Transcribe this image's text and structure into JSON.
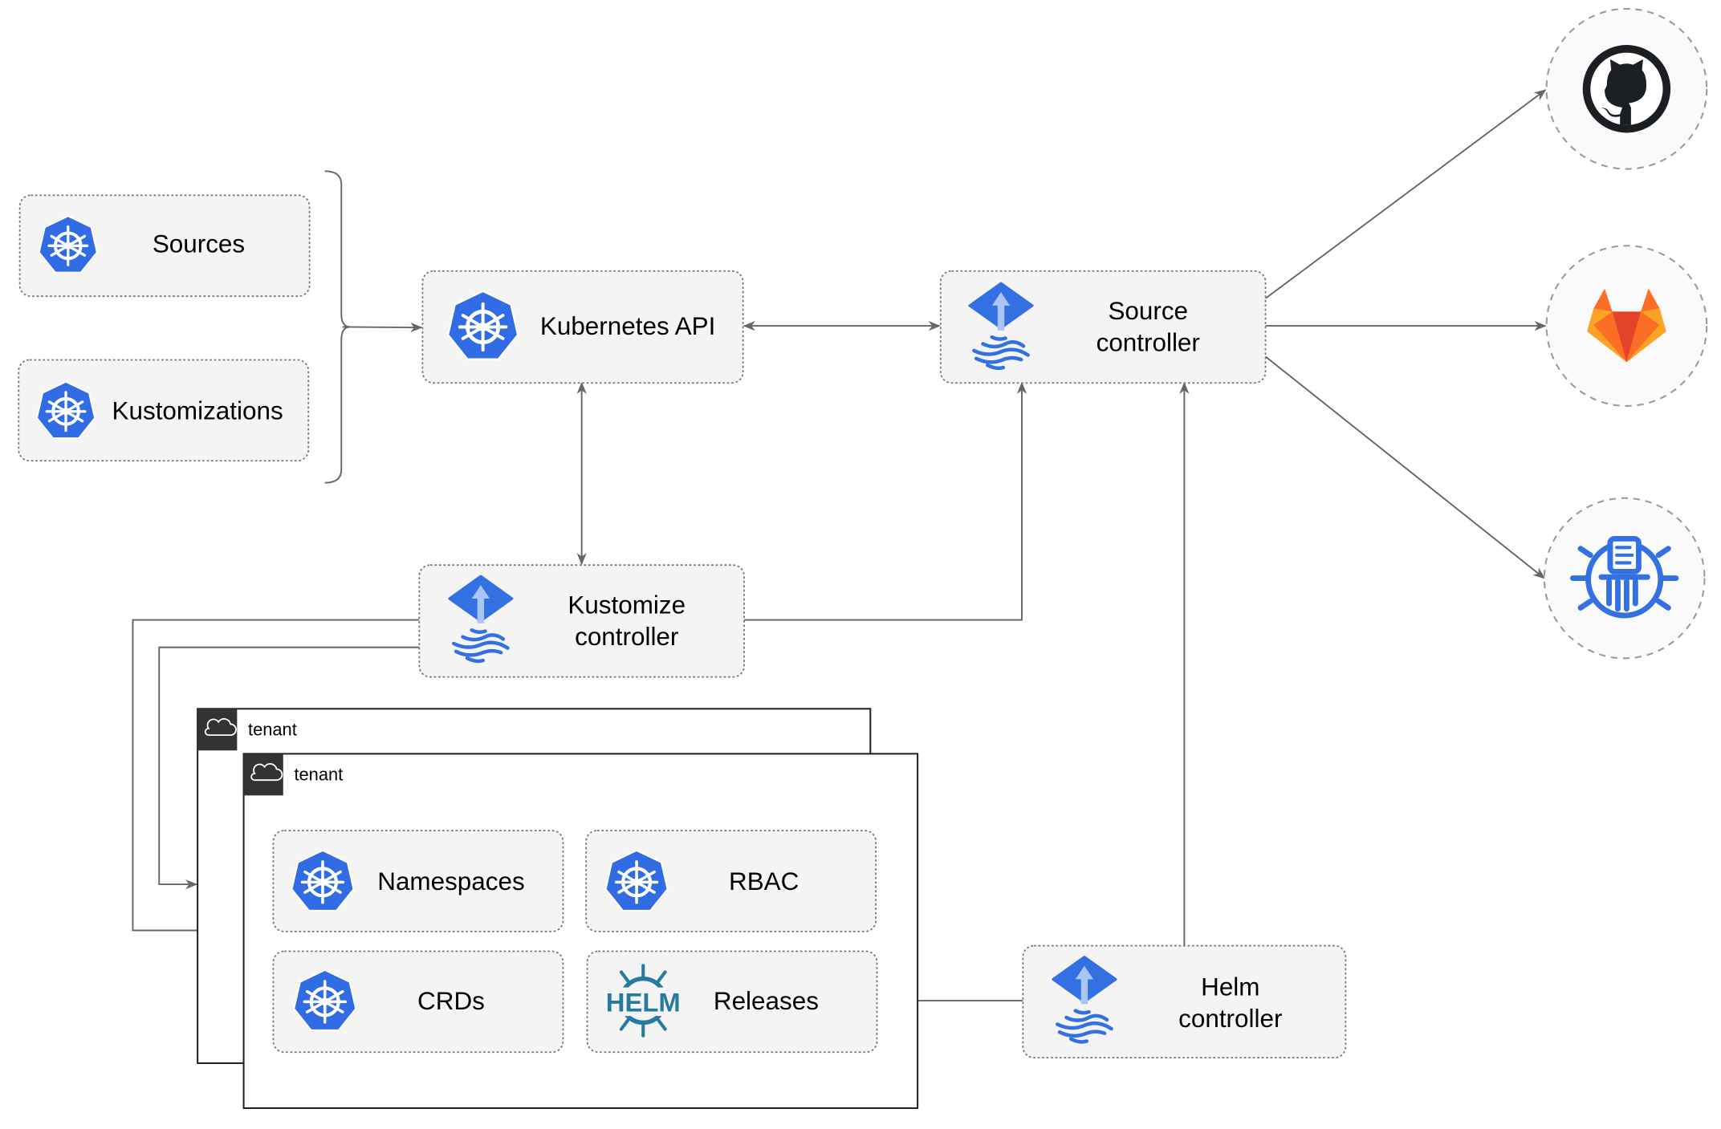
{
  "nodes": {
    "sources": "Sources",
    "kustomizations": "Kustomizations",
    "kubernetes_api": "Kubernetes API",
    "source_controller": [
      "Source",
      "controller"
    ],
    "kustomize_controller": [
      "Kustomize",
      "controller"
    ],
    "helm_controller": [
      "Helm",
      "controller"
    ],
    "namespaces": "Namespaces",
    "rbac": "RBAC",
    "crds": "CRDs",
    "releases": "Releases",
    "helm_logo": "HELM"
  },
  "tenants": [
    "tenant",
    "tenant"
  ],
  "external_sources": [
    "github-icon",
    "gitlab-icon",
    "bucket-icon"
  ],
  "colors": {
    "kubernetes_blue": "#326ce5",
    "flux_blue": "#3371e3",
    "helm_blue": "#277a9f",
    "github_dark": "#1b1f23",
    "gitlab_orange": "#e24329",
    "edge": "#666666"
  }
}
